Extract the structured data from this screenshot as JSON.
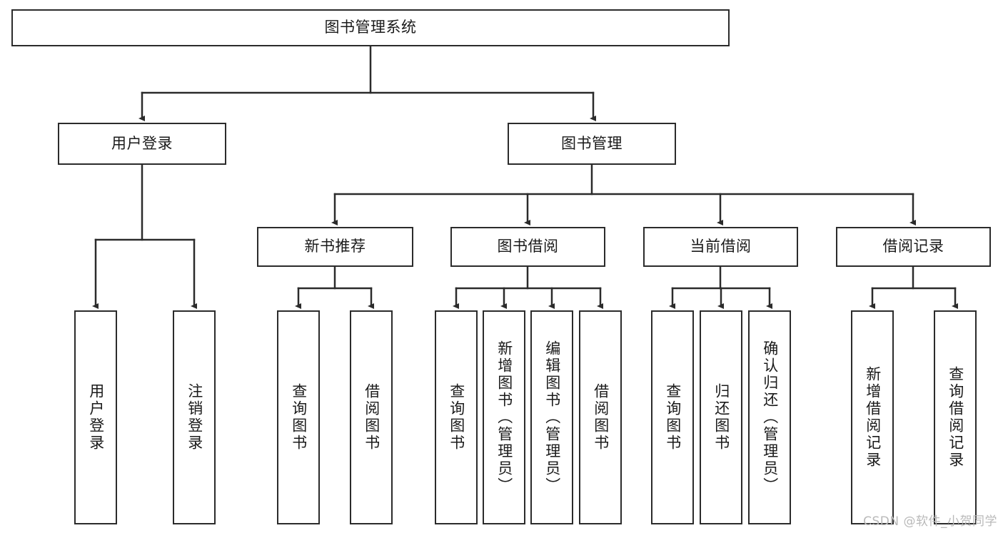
{
  "diagram": {
    "type": "tree-hierarchy-diagram",
    "title_node": {
      "id": "root",
      "label": "图书管理系统",
      "level": 0,
      "orientation": "horizontal"
    },
    "level1": [
      {
        "id": "login",
        "label": "用户登录",
        "orientation": "horizontal"
      },
      {
        "id": "bookmgmt",
        "label": "图书管理",
        "orientation": "horizontal"
      }
    ],
    "level2": [
      {
        "id": "newbook",
        "label": "新书推荐",
        "orientation": "horizontal",
        "parent": "bookmgmt"
      },
      {
        "id": "borrow",
        "label": "图书借阅",
        "orientation": "horizontal",
        "parent": "bookmgmt"
      },
      {
        "id": "current",
        "label": "当前借阅",
        "orientation": "horizontal",
        "parent": "bookmgmt"
      },
      {
        "id": "records",
        "label": "借阅记录",
        "orientation": "horizontal",
        "parent": "bookmgmt"
      }
    ],
    "leaves": [
      {
        "id": "leaf-1",
        "label": "用户登录",
        "parent": "login",
        "orientation": "vertical"
      },
      {
        "id": "leaf-2",
        "label": "注销登录",
        "parent": "login",
        "orientation": "vertical"
      },
      {
        "id": "leaf-3",
        "label": "查询图书",
        "parent": "newbook",
        "orientation": "vertical"
      },
      {
        "id": "leaf-4",
        "label": "借阅图书",
        "parent": "newbook",
        "orientation": "vertical"
      },
      {
        "id": "leaf-5",
        "label": "查询图书",
        "parent": "borrow",
        "orientation": "vertical"
      },
      {
        "id": "leaf-6",
        "label": "新增图书（管理员）",
        "parent": "borrow",
        "orientation": "vertical"
      },
      {
        "id": "leaf-7",
        "label": "编辑图书（管理员）",
        "parent": "borrow",
        "orientation": "vertical"
      },
      {
        "id": "leaf-8",
        "label": "借阅图书",
        "parent": "borrow",
        "orientation": "vertical"
      },
      {
        "id": "leaf-9",
        "label": "查询图书",
        "parent": "current",
        "orientation": "vertical"
      },
      {
        "id": "leaf-10",
        "label": "归还图书",
        "parent": "current",
        "orientation": "vertical"
      },
      {
        "id": "leaf-11",
        "label": "确认归还（管理员）",
        "parent": "current",
        "orientation": "vertical"
      },
      {
        "id": "leaf-12",
        "label": "新增借阅记录",
        "parent": "records",
        "orientation": "vertical"
      },
      {
        "id": "leaf-13",
        "label": "查询借阅记录",
        "parent": "records",
        "orientation": "vertical"
      }
    ],
    "colors": {
      "stroke": "#2b2b2b",
      "fill": "#ffffff",
      "text": "#1a1a1a",
      "watermark": "#b9b9b9"
    }
  },
  "watermark": {
    "text": "CSDN @软件_小贺同学"
  }
}
